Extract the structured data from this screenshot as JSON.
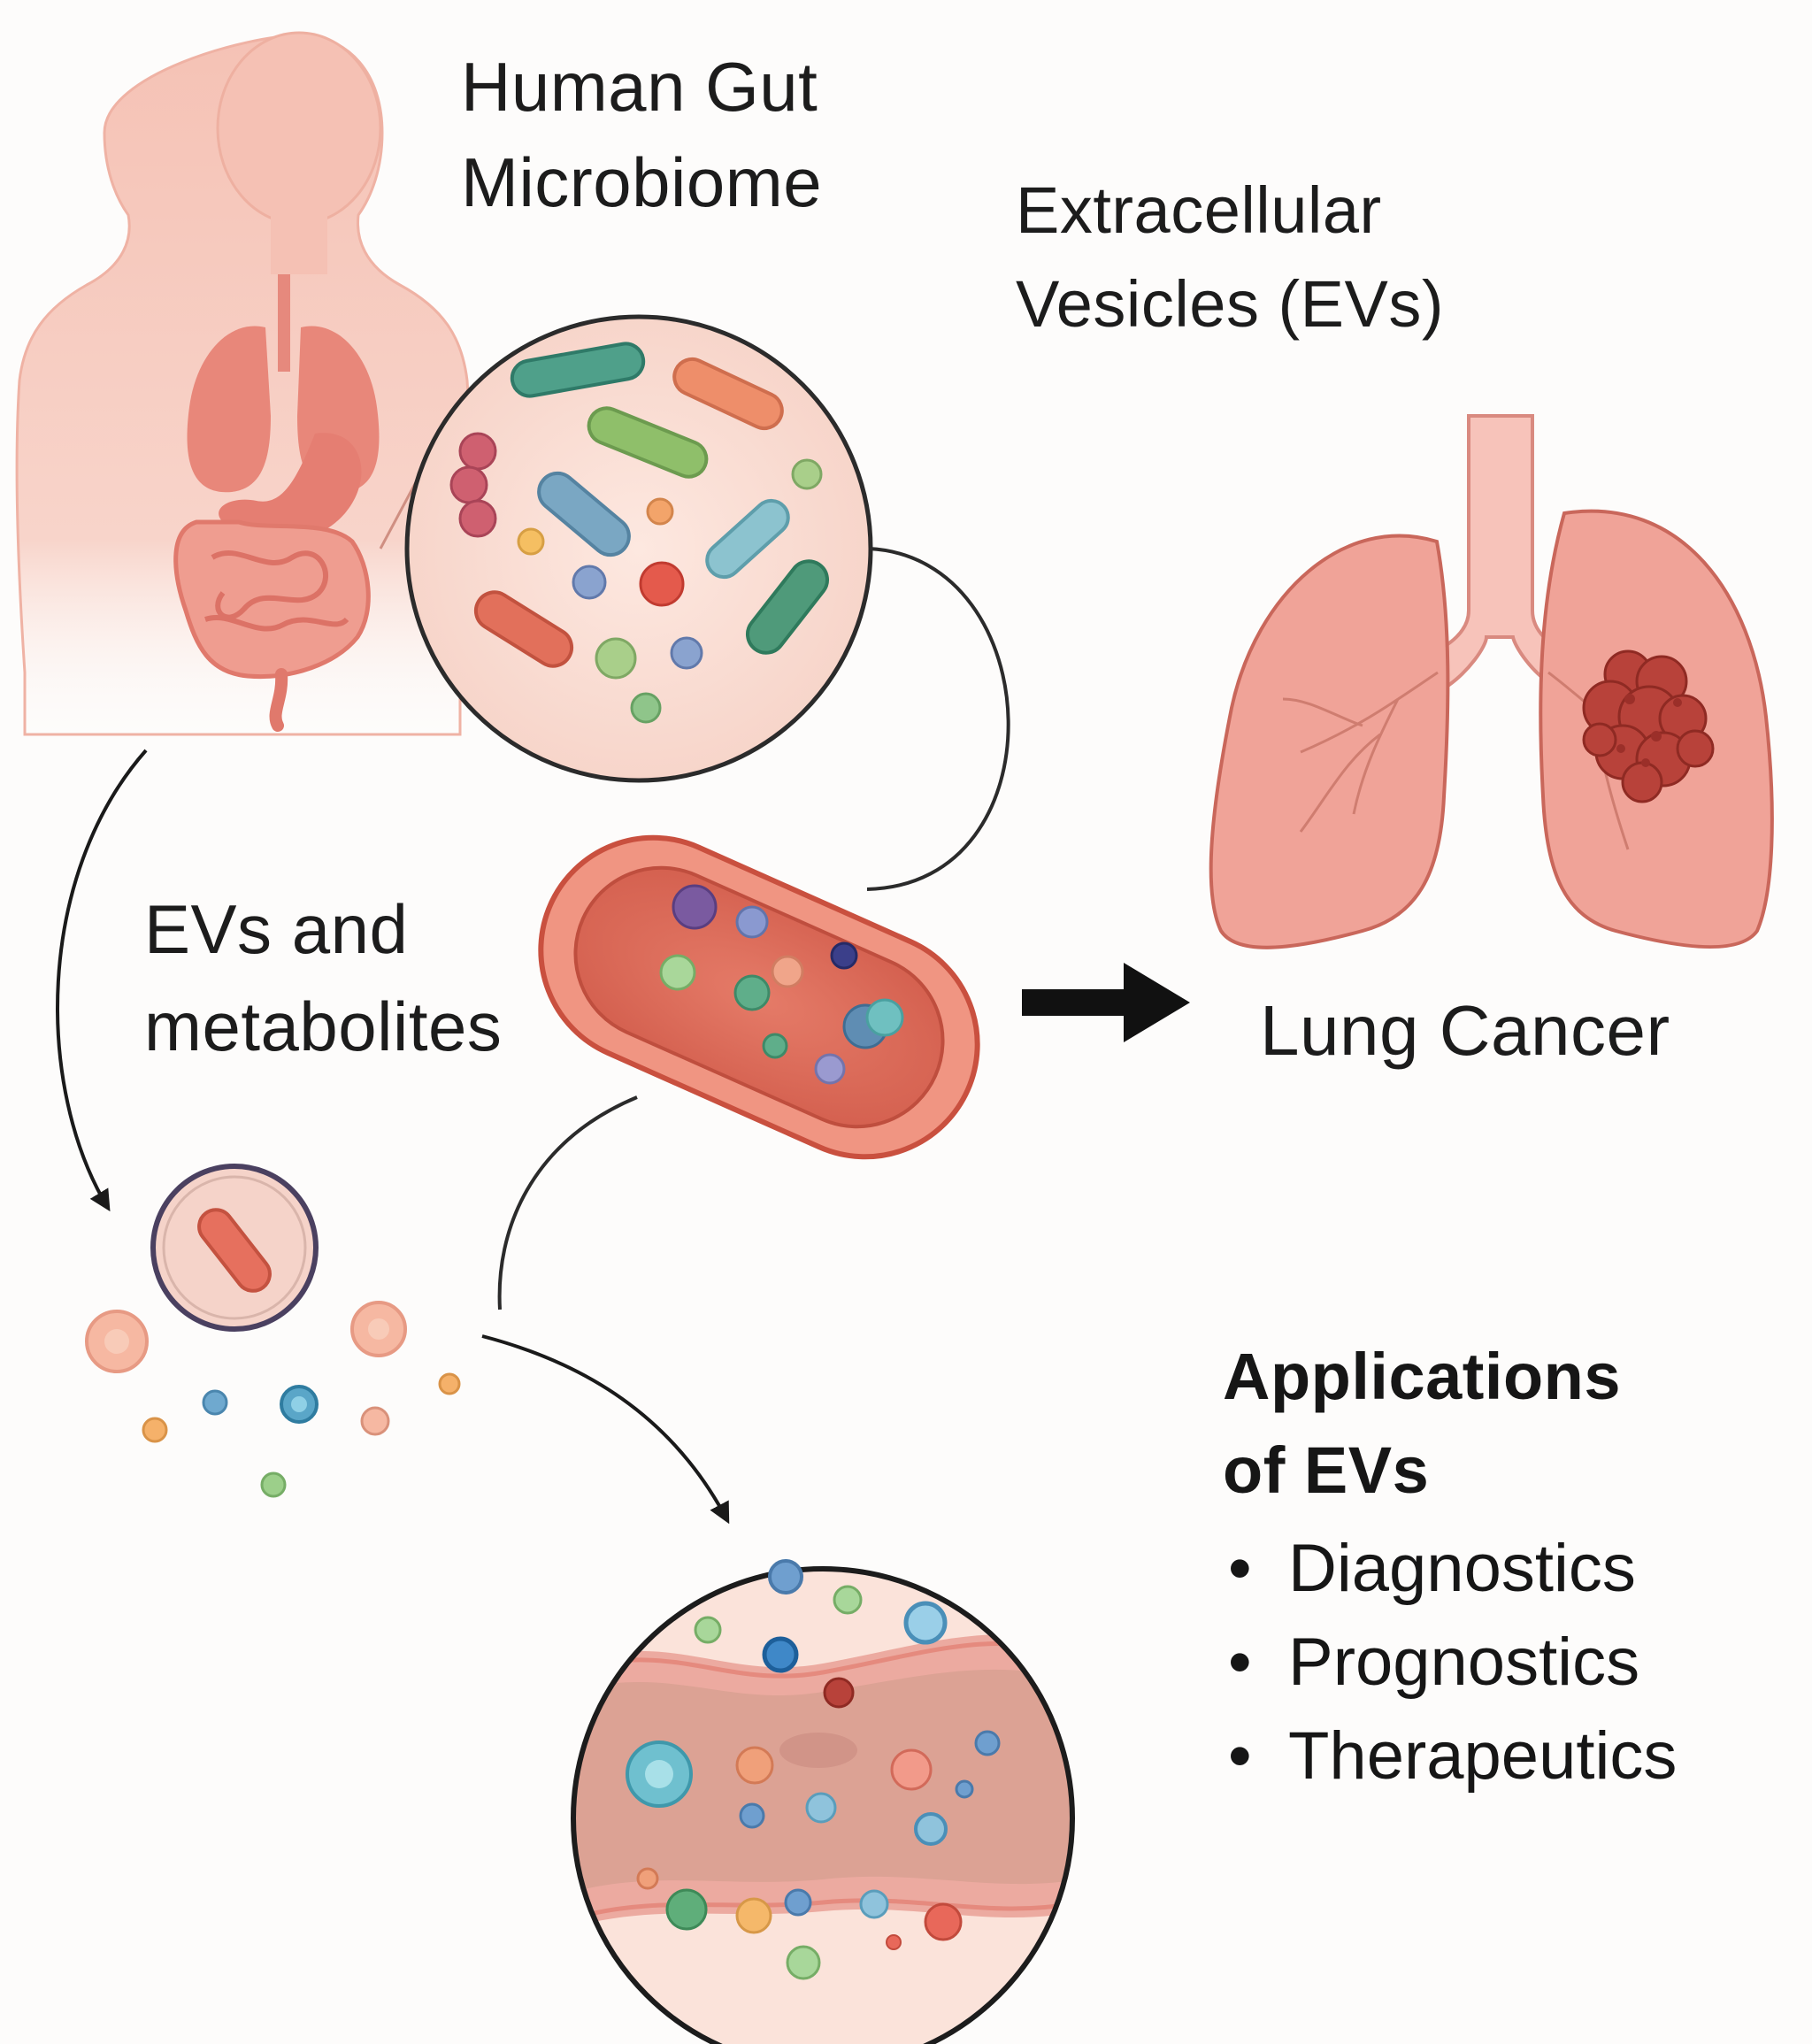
{
  "labels": {
    "gut_microbiome": [
      "Human Gut",
      "Microbiome"
    ],
    "extracellular_vesicles": [
      "Extracellular",
      "Vesicles (EVs)"
    ],
    "lung_cancer": "Lung Cancer",
    "evs_metabolites": [
      "EVs and",
      "metabolites"
    ]
  },
  "applications": {
    "heading": [
      "Applications",
      "of EVs"
    ],
    "bullet": "•",
    "items": [
      "Diagnostics",
      "Prognostics",
      "Therapeutics"
    ]
  },
  "colors": {
    "body": "#f6c9bd",
    "organ": "#e8877a",
    "lung": "#f0a398",
    "tumor": "#b8423a",
    "outline": "#2b2b2b",
    "arrow": "#111111",
    "vessel_wall": "#ecaaa0",
    "vessel_lumen": "#dca294"
  }
}
